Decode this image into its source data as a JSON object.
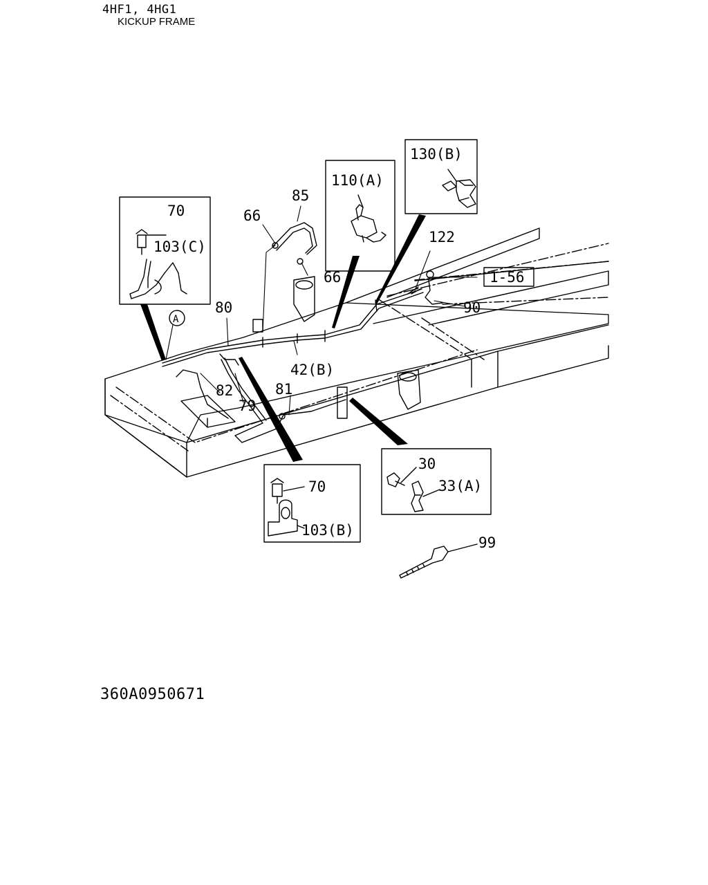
{
  "header": {
    "model": "4HF1, 4HG1",
    "frame": "KICKUP FRAME"
  },
  "footer": {
    "doc_id": "360A0950671"
  },
  "labels": {
    "l70a": "70",
    "l103c": "103(C)",
    "l66a": "66",
    "l85": "85",
    "l66b": "66",
    "l110a": "110(A)",
    "l130b": "130(B)",
    "l122": "122",
    "l156": "1-56",
    "l90": "90",
    "l80": "80",
    "lA": "A",
    "l42b": "42(B)",
    "l82": "82",
    "l79": "79",
    "l81": "81",
    "l30": "30",
    "l33a": "33(A)",
    "l70b": "70",
    "l103b": "103(B)",
    "l99": "99"
  },
  "colors": {
    "ink": "#000000",
    "paper": "#ffffff"
  }
}
